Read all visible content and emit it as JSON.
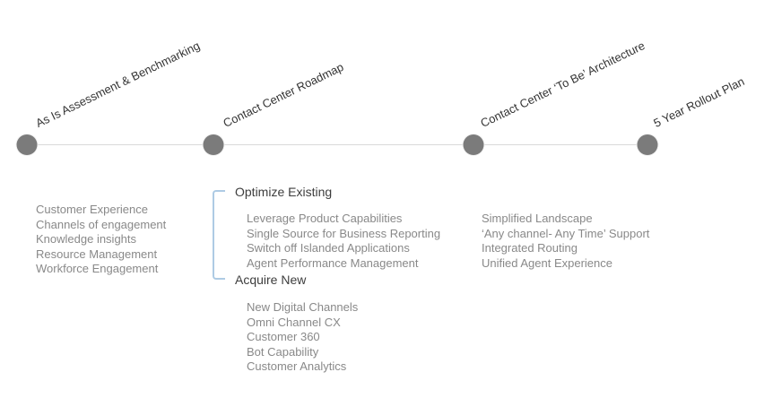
{
  "timeline": {
    "milestones": [
      {
        "label": "As Is Assessment & Benchmarking"
      },
      {
        "label": "Contact Center Roadmap"
      },
      {
        "label": "Contact Center ‘To Be’ Architecture"
      },
      {
        "label": "5 Year Rollout Plan"
      }
    ]
  },
  "columns": {
    "assessment": {
      "items": [
        "Customer Experience",
        "Channels of engagement",
        "Knowledge insights",
        "Resource Management",
        "Workforce Engagement"
      ]
    },
    "roadmap": {
      "groups": [
        {
          "title": "Optimize Existing",
          "items": [
            "Leverage Product Capabilities",
            "Single Source for Business Reporting",
            "Switch off Islanded Applications",
            "Agent Performance Management"
          ]
        },
        {
          "title": "Acquire New",
          "items": [
            "New Digital Channels",
            "Omni Channel CX",
            "Customer 360",
            "Bot Capability",
            "Customer Analytics"
          ]
        }
      ]
    },
    "architecture": {
      "items": [
        "Simplified Landscape",
        "‘Any channel- Any Time’ Support",
        "Integrated Routing",
        "Unified Agent Experience"
      ]
    }
  },
  "colors": {
    "dot": "#7b7b7b",
    "timeline_line": "#d9d9d9",
    "bracket": "#aecbe4",
    "milestone_label_text": "#333333",
    "group_title_text": "#3d3d3d",
    "list_item_text": "#898989"
  }
}
